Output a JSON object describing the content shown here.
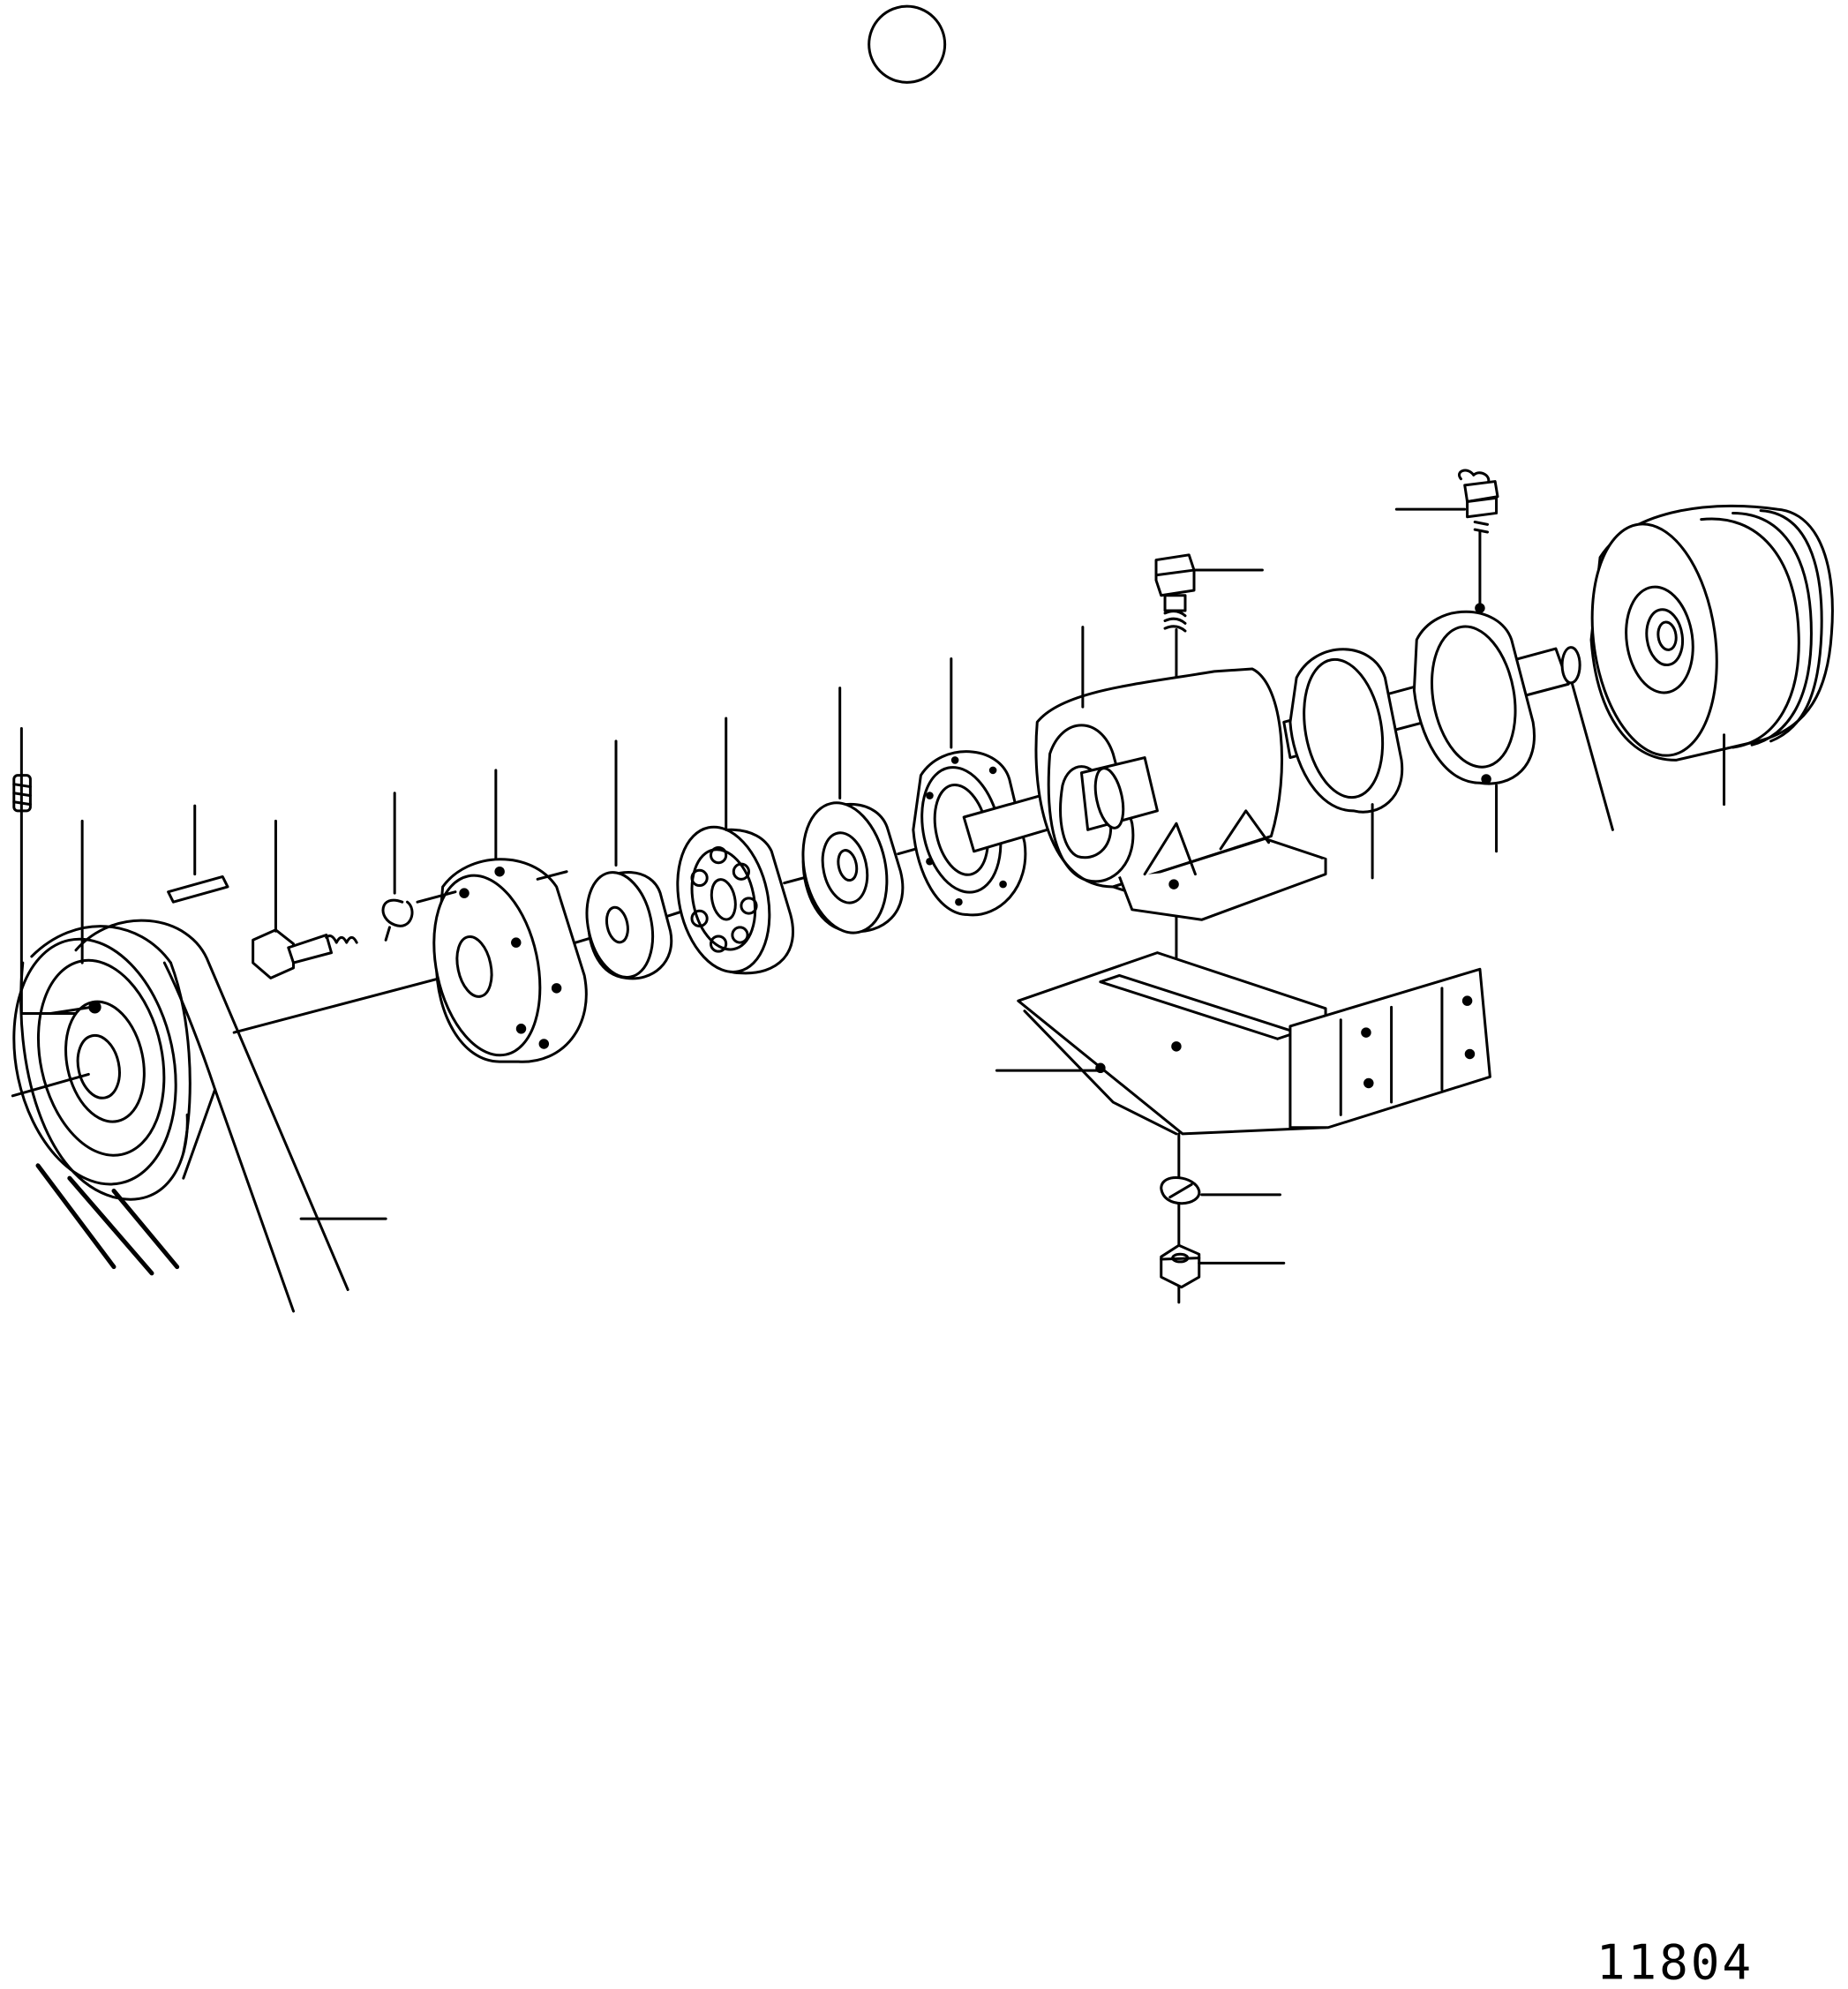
{
  "figure_reference": "11804",
  "components": [
    {
      "id": "drive-pulley",
      "icon": "v-belt-drive-pulley"
    },
    {
      "id": "set-screw-left",
      "icon": "set-screw"
    },
    {
      "id": "key",
      "icon": "shaft-key"
    },
    {
      "id": "bolt-with-washer",
      "icon": "hex-bolt"
    },
    {
      "id": "circlip",
      "icon": "circlip-ring"
    },
    {
      "id": "end-hub",
      "icon": "hub-flange"
    },
    {
      "id": "spacer-ring",
      "icon": "spacer"
    },
    {
      "id": "ball-bearing",
      "icon": "ball-bearing"
    },
    {
      "id": "seal-washer",
      "icon": "seal-washer"
    },
    {
      "id": "cover-flange-left",
      "icon": "bolted-flange"
    },
    {
      "id": "bearing-housing",
      "icon": "pillow-block-housing"
    },
    {
      "id": "mounting-bolt",
      "icon": "hex-bolt"
    },
    {
      "id": "mounting-bracket",
      "icon": "angle-bracket"
    },
    {
      "id": "lock-washer",
      "icon": "spring-washer"
    },
    {
      "id": "hex-nut",
      "icon": "hex-nut"
    },
    {
      "id": "gasket-right",
      "icon": "gasket"
    },
    {
      "id": "cover-flange-right",
      "icon": "bolted-flange"
    },
    {
      "id": "grease-nipple",
      "icon": "grease-nipple"
    },
    {
      "id": "shaft",
      "icon": "shaft"
    },
    {
      "id": "driven-pulley",
      "icon": "multi-groove-pulley"
    },
    {
      "id": "v-belt",
      "icon": "v-belt"
    }
  ]
}
